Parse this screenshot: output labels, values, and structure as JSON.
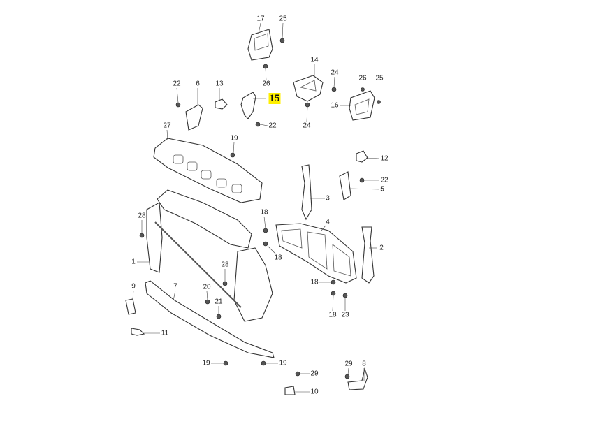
{
  "diagram": {
    "highlight_color": "#ffef00",
    "callouts": [
      {
        "id": "c17",
        "label": "17"
      },
      {
        "id": "c25a",
        "label": "25"
      },
      {
        "id": "c26a",
        "label": "26"
      },
      {
        "id": "c14",
        "label": "14"
      },
      {
        "id": "c24a",
        "label": "24"
      },
      {
        "id": "c26b",
        "label": "26"
      },
      {
        "id": "c25b",
        "label": "25"
      },
      {
        "id": "c22a",
        "label": "22"
      },
      {
        "id": "c6",
        "label": "6"
      },
      {
        "id": "c13",
        "label": "13"
      },
      {
        "id": "c15",
        "label": "15",
        "highlighted": true
      },
      {
        "id": "c16",
        "label": "16"
      },
      {
        "id": "c22b",
        "label": "22"
      },
      {
        "id": "c24b",
        "label": "24"
      },
      {
        "id": "c27",
        "label": "27"
      },
      {
        "id": "c19a",
        "label": "19"
      },
      {
        "id": "c12",
        "label": "12"
      },
      {
        "id": "c22c",
        "label": "22"
      },
      {
        "id": "c5",
        "label": "5"
      },
      {
        "id": "c3",
        "label": "3"
      },
      {
        "id": "c18a",
        "label": "18"
      },
      {
        "id": "c4",
        "label": "4"
      },
      {
        "id": "c28a",
        "label": "28"
      },
      {
        "id": "c18b",
        "label": "18"
      },
      {
        "id": "c2",
        "label": "2"
      },
      {
        "id": "c1",
        "label": "1"
      },
      {
        "id": "c28b",
        "label": "28"
      },
      {
        "id": "c9",
        "label": "9"
      },
      {
        "id": "c7",
        "label": "7"
      },
      {
        "id": "c20",
        "label": "20"
      },
      {
        "id": "c21",
        "label": "21"
      },
      {
        "id": "c18c",
        "label": "18"
      },
      {
        "id": "c18d",
        "label": "18"
      },
      {
        "id": "c23",
        "label": "23"
      },
      {
        "id": "c11",
        "label": "11"
      },
      {
        "id": "c19b",
        "label": "19"
      },
      {
        "id": "c19c",
        "label": "19"
      },
      {
        "id": "c29a",
        "label": "29"
      },
      {
        "id": "c8",
        "label": "8"
      },
      {
        "id": "c29b",
        "label": "29"
      },
      {
        "id": "c10",
        "label": "10"
      }
    ]
  }
}
